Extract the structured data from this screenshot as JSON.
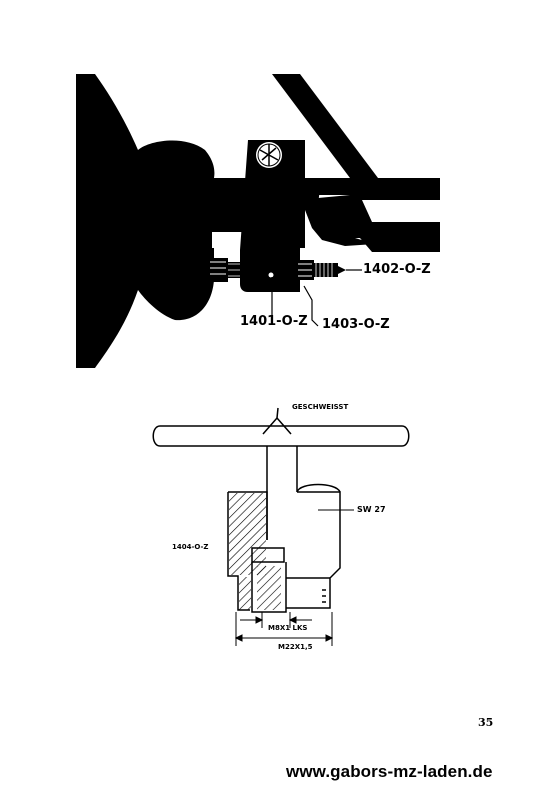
{
  "top_figure": {
    "labels": {
      "part_1401": "1401-O-Z",
      "part_1402": "1402-O-Z",
      "part_1403": "1403-O-Z"
    }
  },
  "bottom_figure": {
    "labels": {
      "welded": "GESCHWEISST",
      "wrench_size": "SW 27",
      "part_1404": "1404-O-Z",
      "thread_small": "M8X1 LKS",
      "thread_large": "M22X1,5"
    }
  },
  "page": {
    "number": "35",
    "website": "www.gabors-mz-laden.de"
  }
}
